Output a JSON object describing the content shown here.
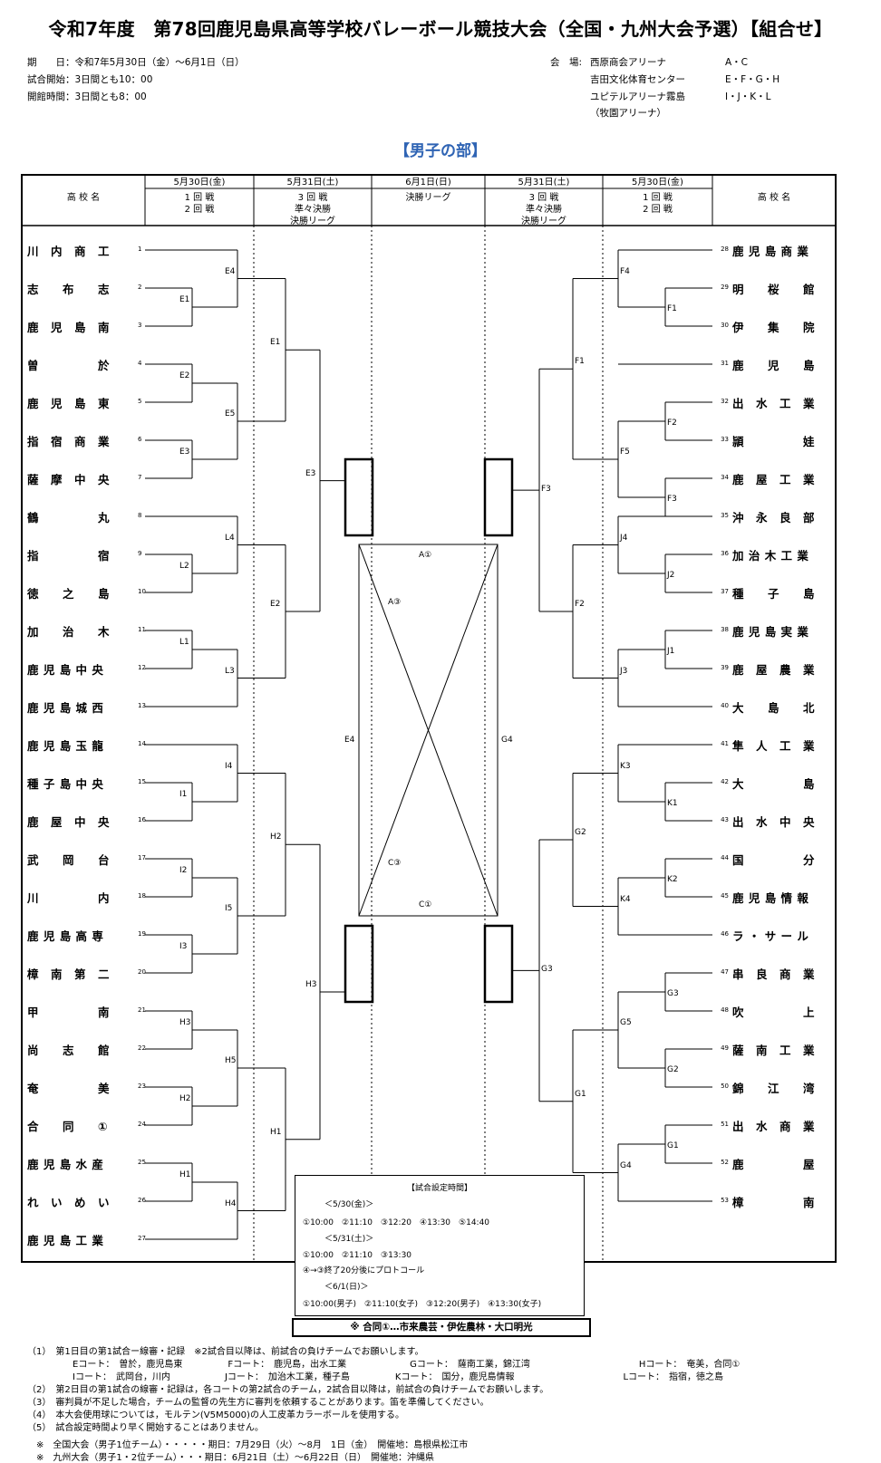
{
  "title": "令和7年度　第78回鹿児島県高等学校バレーボール競技大会（全国・九州大会予選）【組合せ】",
  "info_left": [
    "期　　日：令和7年5月30日（金）～6月1日（日）",
    "試合開始：3日間とも10：00",
    "開館時間：3日間とも8：00"
  ],
  "venue_label": "会　場:",
  "venues": [
    {
      "name": "西原商会アリーナ",
      "courts": "A・C"
    },
    {
      "name": "吉田文化体育センター",
      "courts": "E・F・G・H"
    },
    {
      "name": "ユピテルアリーナ霧島",
      "courts": "I・J・K・L"
    },
    {
      "name": "（牧園アリーナ）",
      "courts": ""
    }
  ],
  "subtitle": "【男子の部】",
  "header": {
    "school_left": "高 校 名",
    "school_right": "高 校 名",
    "cols": [
      {
        "date": "5月30日(金)",
        "rounds": "1 回 戦\n2 回 戦"
      },
      {
        "date": "5月31日(土)",
        "rounds": "3 回 戦\n準々決勝\n決勝リーグ"
      },
      {
        "date": "6月1日(日)",
        "rounds": "決勝リーグ"
      },
      {
        "date": "5月31日(土)",
        "rounds": "3 回 戦\n準々決勝\n決勝リーグ"
      },
      {
        "date": "5月30日(金)",
        "rounds": "1 回 戦\n2 回 戦"
      }
    ]
  },
  "teams_left": [
    {
      "no": "1",
      "name": "川　内　商　工"
    },
    {
      "no": "2",
      "name": "志　　布　　志"
    },
    {
      "no": "3",
      "name": "鹿　児　島　南"
    },
    {
      "no": "4",
      "name": "曽　　　　　於"
    },
    {
      "no": "5",
      "name": "鹿　児　島　東"
    },
    {
      "no": "6",
      "name": "指　宿　商　業"
    },
    {
      "no": "7",
      "name": "薩　摩　中　央"
    },
    {
      "no": "8",
      "name": "鶴　　　　　丸"
    },
    {
      "no": "9",
      "name": "指　　　　　宿"
    },
    {
      "no": "10",
      "name": "徳　　之　　島"
    },
    {
      "no": "11",
      "name": "加　　治　　木"
    },
    {
      "no": "12",
      "name": "鹿 児 島 中 央"
    },
    {
      "no": "13",
      "name": "鹿 児 島 城 西"
    },
    {
      "no": "14",
      "name": "鹿 児 島 玉 龍"
    },
    {
      "no": "15",
      "name": "種 子 島 中 央"
    },
    {
      "no": "16",
      "name": "鹿　屋　中　央"
    },
    {
      "no": "17",
      "name": "武　　岡　　台"
    },
    {
      "no": "18",
      "name": "川　　　　　内"
    },
    {
      "no": "19",
      "name": "鹿 児 島 高 専"
    },
    {
      "no": "20",
      "name": "樟　南　第　二"
    },
    {
      "no": "21",
      "name": "甲　　　　　南"
    },
    {
      "no": "22",
      "name": "尚　　志　　館"
    },
    {
      "no": "23",
      "name": "奄　　　　　美"
    },
    {
      "no": "24",
      "name": "合　　同　　①"
    },
    {
      "no": "25",
      "name": "鹿 児 島 水 産"
    },
    {
      "no": "26",
      "name": "れ　い　め　い"
    },
    {
      "no": "27",
      "name": "鹿 児 島 工 業"
    }
  ],
  "teams_right": [
    {
      "no": "28",
      "name": "鹿 児 島 商 業"
    },
    {
      "no": "29",
      "name": "明　　桜　　館"
    },
    {
      "no": "30",
      "name": "伊　　集　　院"
    },
    {
      "no": "31",
      "name": "鹿　　児　　島"
    },
    {
      "no": "32",
      "name": "出　水　工　業"
    },
    {
      "no": "33",
      "name": "頴　　　　　娃"
    },
    {
      "no": "34",
      "name": "鹿　屋　工　業"
    },
    {
      "no": "35",
      "name": "沖　永　良　部"
    },
    {
      "no": "36",
      "name": "加 治 木 工 業"
    },
    {
      "no": "37",
      "name": "種　　子　　島"
    },
    {
      "no": "38",
      "name": "鹿 児 島 実 業"
    },
    {
      "no": "39",
      "name": "鹿　屋　農　業"
    },
    {
      "no": "40",
      "name": "大　　島　　北"
    },
    {
      "no": "41",
      "name": "隼　人　工　業"
    },
    {
      "no": "42",
      "name": "大　　　　　島"
    },
    {
      "no": "43",
      "name": "出　水　中　央"
    },
    {
      "no": "44",
      "name": "国　　　　　分"
    },
    {
      "no": "45",
      "name": "鹿 児 島 情 報"
    },
    {
      "no": "46",
      "name": "ラ ・ サ ー ル"
    },
    {
      "no": "47",
      "name": "串　良　商　業"
    },
    {
      "no": "48",
      "name": "吹　　　　　上"
    },
    {
      "no": "49",
      "name": "薩　南　工　業"
    },
    {
      "no": "50",
      "name": "錦　　江　　湾"
    },
    {
      "no": "51",
      "name": "出　水　商　業"
    },
    {
      "no": "52",
      "name": "鹿　　　　　屋"
    },
    {
      "no": "53",
      "name": "樟　　　　　南"
    }
  ],
  "match_labels": {
    "left_r1": [
      "E1",
      "E2",
      "E3",
      "L2",
      "L1",
      "I1",
      "I2",
      "I3",
      "H3",
      "H2",
      "H1"
    ],
    "left_r2": [
      "E4",
      "E5",
      "L4",
      "L3",
      "I4",
      "I5",
      "H5",
      "H4"
    ],
    "left_r3": [
      "E1",
      "E2",
      "H2",
      "H1"
    ],
    "left_qf": [
      "E3",
      "H3"
    ],
    "right_r1": [
      "F1",
      "F2",
      "F3",
      "J2",
      "J1",
      "K1",
      "K2",
      "G3",
      "G2",
      "G1"
    ],
    "right_r2": [
      "F4",
      "F5",
      "J4",
      "J3",
      "K3",
      "K4",
      "G5",
      "G4"
    ],
    "right_r3": [
      "F1",
      "F2",
      "G2",
      "G1"
    ],
    "right_qf": [
      "F3",
      "G3"
    ],
    "league": [
      "A①",
      "A③",
      "C③",
      "C①",
      "E4",
      "G4"
    ]
  },
  "schedule": {
    "title": "【試合設定時間】",
    "lines": [
      "＜5/30(金)＞",
      "①10:00　②11:10　③12:20　④13:30　⑤14:40",
      "＜5/31(土)＞",
      "①10:00　②11:10　③13:30",
      "④→③終了20分後にプロトコール",
      "＜6/1(日)＞",
      "①10:00(男子)　②11:10(女子)　③12:20(男子)　④13:30(女子)"
    ]
  },
  "goudou": "※ 合同①…市来農芸・伊佐農林・大口明光",
  "notes": [
    "（1）　第1日目の第1試合ー線審・記録　※2試合目以降は、前試合の負けチームでお願いします。",
    "　　　　　Eコート：　曽於，鹿児島東　　　　　Fコート：　鹿児島，出水工業　　　　　　　Gコート：　薩南工業，錦江湾　　　　　　　　　　　　Hコート：　奄美，合同①",
    "　　　　　Iコート：　武岡台，川内　　　　　　Jコート：　加治木工業，種子島　　　　　Kコート：　国分，鹿児島情報　　　　　　　　　　　　Lコート：　指宿，徳之島",
    "（2）　第2日目の第1試合の線審・記録は，各コートの第2試合のチーム，2試合目以降は，前試合の負けチームでお願いします。",
    "（3）　審判員が不足した場合，チームの監督の先生方に審判を依頼することがあります。笛を準備してください。",
    "（4）　本大会使用球については，モルテン(V5M5000)の人工皮革カラーボールを使用する。",
    "（5）　試合設定時間より早く開始することはありません。",
    "",
    "　※　全国大会（男子1位チーム）・・・・・期日：7月29日（火）～8月　1日（金）　開催地：島根県松江市",
    "　※　九州大会（男子1・2位チーム）・・・期日：6月21日（土）～6月22日（日）　開催地：沖縄県"
  ]
}
